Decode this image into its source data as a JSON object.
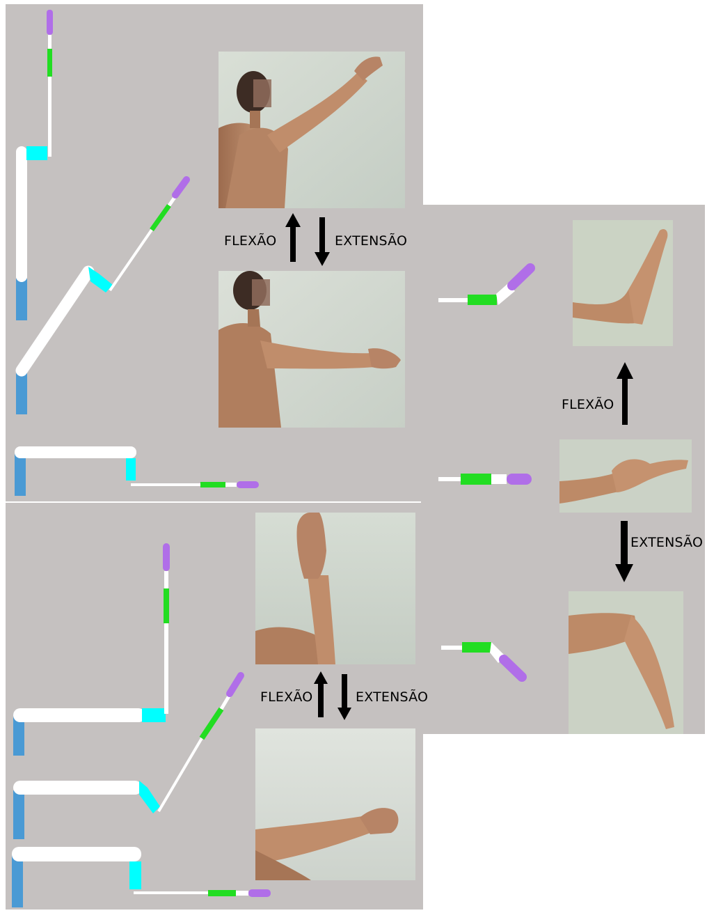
{
  "labels": {
    "shoulder_flexion": "FLEXÃO",
    "shoulder_extension": "EXTENSÃO",
    "elbow_flexion": "FLEXÃO",
    "elbow_extension": "EXTENSÃO",
    "wrist_flexion": "FLEXÃO",
    "wrist_extension": "EXTENSÃO"
  },
  "colors": {
    "panel_background": "#c5c1c0",
    "segment_white": "#ffffff",
    "joint_cyan": "#00ffff",
    "segment_green": "#22dd22",
    "segment_purple": "#b06ee8",
    "base_blue": "#4a9ad4",
    "arrow": "#000000"
  },
  "photos": [
    {
      "name": "shoulder-flexed-photo",
      "icon": "person-arm-raised-photo"
    },
    {
      "name": "shoulder-neutral-photo",
      "icon": "person-arm-forward-photo"
    },
    {
      "name": "elbow-flexed-photo",
      "icon": "forearm-vertical-photo"
    },
    {
      "name": "elbow-extended-photo",
      "icon": "arm-extended-photo"
    },
    {
      "name": "wrist-flexed-photo",
      "icon": "hand-bent-up-photo"
    },
    {
      "name": "wrist-neutral-photo",
      "icon": "hand-flat-photo"
    },
    {
      "name": "wrist-extended-photo",
      "icon": "hand-bent-down-photo"
    }
  ]
}
